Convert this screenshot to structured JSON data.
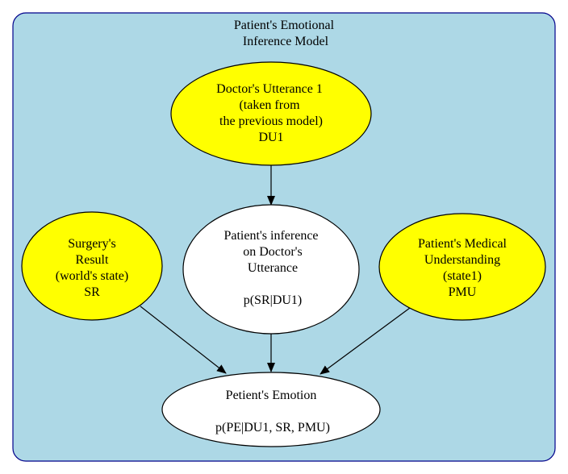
{
  "cluster": {
    "title_lines": [
      "Patient's Emotional",
      "Inference Model"
    ],
    "fill": "#add8e6",
    "border": "#00008b"
  },
  "nodes": {
    "du1": {
      "lines": [
        "Doctor's Utterance 1",
        "(taken from",
        "the previous model)",
        "DU1"
      ],
      "fill": "#ffff00"
    },
    "sr": {
      "lines": [
        "Surgery's",
        "Result",
        "(world's state)",
        "SR"
      ],
      "fill": "#ffff00"
    },
    "inference": {
      "lines": [
        "Patient's inference",
        "on Doctor's",
        "Utterance",
        "",
        "p(SR|DU1)"
      ],
      "fill": "#ffffff"
    },
    "pmu": {
      "lines": [
        "Patient's Medical",
        "Understanding",
        "(state1)",
        "PMU"
      ],
      "fill": "#ffff00"
    },
    "emotion": {
      "lines": [
        "Petient's Emotion",
        "",
        "p(PE|DU1, SR, PMU)"
      ],
      "fill": "#ffffff"
    }
  },
  "edges": [
    {
      "from": "du1",
      "to": "inference"
    },
    {
      "from": "sr",
      "to": "emotion"
    },
    {
      "from": "inference",
      "to": "emotion"
    },
    {
      "from": "pmu",
      "to": "emotion"
    }
  ]
}
